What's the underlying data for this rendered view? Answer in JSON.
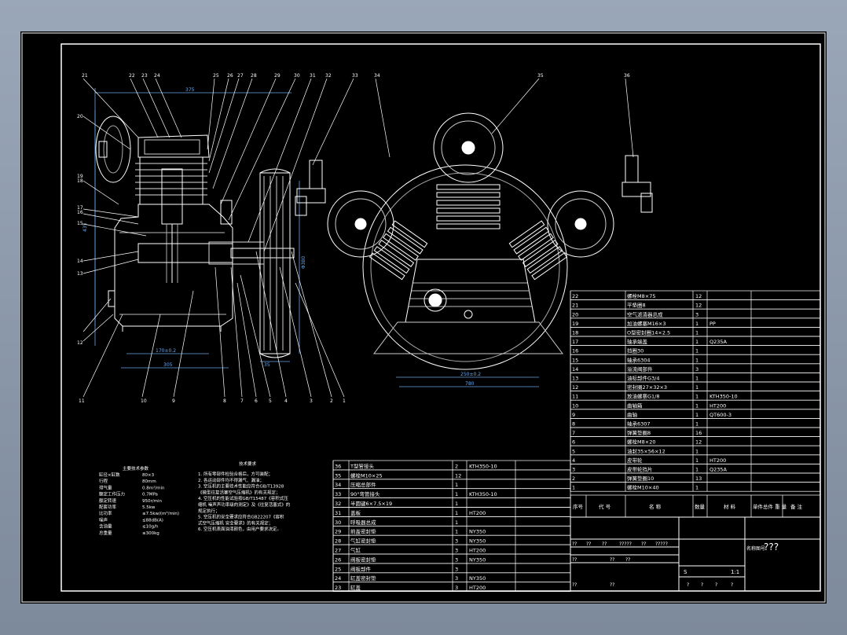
{
  "drawing": {
    "title_mark": "???",
    "scale": "1:1",
    "sheet_marks": [
      "??",
      "??",
      "??",
      "?????",
      "??",
      "?????"
    ],
    "lower_marks": [
      "??",
      "??",
      "??"
    ],
    "bottom_marks": [
      "??",
      "??",
      "?",
      "?",
      "?",
      "?"
    ],
    "title_side_label": "名称图号",
    "count_label": "S",
    "dims": {
      "top_width": "375",
      "left_height": "435",
      "bore": "170±0.2",
      "base": "305",
      "wheel_dia": "Φ380",
      "rim": "35",
      "front_base": "250±0.2",
      "front_width": "780"
    },
    "callouts_top": [
      "21",
      "22",
      "23",
      "24",
      "25",
      "26",
      "27",
      "28",
      "29",
      "30",
      "31",
      "32",
      "33",
      "34",
      "35",
      "36"
    ],
    "callouts_left": [
      "20",
      "19",
      "18",
      "17",
      "16",
      "15",
      "14",
      "13",
      "12"
    ],
    "callouts_bottom": [
      "11",
      "10",
      "9",
      "8",
      "7",
      "6",
      "5",
      "4",
      "3",
      "2",
      "1"
    ]
  },
  "specs": {
    "title": "主要技术参数",
    "rows": [
      [
        "缸径×缸数",
        "80×3"
      ],
      [
        "行程",
        "80mm"
      ],
      [
        "排气量",
        "0.8m³/min"
      ],
      [
        "额定工作压力",
        "0.7MPa"
      ],
      [
        "额定转速",
        "950r/min"
      ],
      [
        "配套功率",
        "5.5kw"
      ],
      [
        "比功率",
        "≤7.5kw/(m³/min)"
      ],
      [
        "噪声",
        "≤88dB(A)"
      ],
      [
        "含油量",
        "≤10g/h"
      ],
      [
        "总重量",
        "≤300kg"
      ]
    ]
  },
  "tech": {
    "title": "技术要求",
    "lines": [
      "1. 所有零部件检验合格后，方可装配；",
      "2. 各运动部件均不得漏气、漏油；",
      "3. 空压机的主要技术性能应符合GB/T13928",
      "   《微型往复活塞空气压缩机》的有关规定；",
      "4. 空压机的性能试验按GB/T15487《容积式压",
      "   缩机 噪声声功率级的测定》及《往复活塞式》的",
      "   规定执行；",
      "5. 空压机的安全要求应符合GB22207《容积",
      "   式空气压缩机 安全要求》的有关规定；",
      "6. 空压机表面油漆颜色，由用户要求决定。"
    ]
  },
  "bom_right": {
    "rows": [
      [
        "22",
        "螺栓M8×75",
        "12",
        ""
      ],
      [
        "21",
        "平垫圈8",
        "12",
        ""
      ],
      [
        "20",
        "空气滤清器总成",
        "3",
        ""
      ],
      [
        "19",
        "加油螺塞M16×3",
        "1",
        "PP"
      ],
      [
        "18",
        "O型密封圈14×2.5",
        "1",
        ""
      ],
      [
        "17",
        "轴承端盖",
        "1",
        "Q235A"
      ],
      [
        "16",
        "挡圈30",
        "1",
        ""
      ],
      [
        "15",
        "轴承6304",
        "1",
        ""
      ],
      [
        "14",
        "溢流阀部件",
        "3",
        ""
      ],
      [
        "13",
        "油标部件G3/4",
        "1",
        ""
      ],
      [
        "12",
        "密封圈27×32×3",
        "1",
        ""
      ],
      [
        "11",
        "放油螺塞G1/8",
        "1",
        "KTH350-10"
      ],
      [
        "10",
        "曲轴箱",
        "1",
        "HT200"
      ],
      [
        "9",
        "曲轴",
        "1",
        "QT600-3"
      ],
      [
        "8",
        "轴承6307",
        "1",
        ""
      ],
      [
        "7",
        "弹簧垫圈8",
        "16",
        ""
      ],
      [
        "6",
        "螺栓M8×20",
        "12",
        ""
      ],
      [
        "5",
        "油封35×56×12",
        "1",
        ""
      ],
      [
        "4",
        "皮带轮",
        "1",
        "HT200"
      ],
      [
        "3",
        "皮带轮挡片",
        "1",
        "Q235A"
      ],
      [
        "2",
        "弹簧垫圈10",
        "13",
        ""
      ],
      [
        "1",
        "螺栓M10×40",
        "1",
        ""
      ]
    ]
  },
  "bom_left": {
    "rows": [
      [
        "36",
        "T型管接头",
        "2",
        "KTH350-10"
      ],
      [
        "35",
        "螺栓M10×25",
        "12",
        ""
      ],
      [
        "34",
        "压缩总部件",
        "1",
        ""
      ],
      [
        "33",
        "90°弯管接头",
        "1",
        "KTH350-10"
      ],
      [
        "32",
        "半圆键6×7.5×19",
        "1",
        ""
      ],
      [
        "31",
        "盖板",
        "1",
        "HT200"
      ],
      [
        "30",
        "呼吸器总成",
        "1",
        ""
      ],
      [
        "29",
        "前盖密封垫",
        "1",
        "NY350"
      ],
      [
        "28",
        "气缸密封垫",
        "3",
        "NY350"
      ],
      [
        "27",
        "气缸",
        "3",
        "HT200"
      ],
      [
        "26",
        "阀板密封垫",
        "3",
        "NY350"
      ],
      [
        "25",
        "阀板部件",
        "3",
        ""
      ],
      [
        "24",
        "缸盖密封垫",
        "3",
        "NY350"
      ],
      [
        "23",
        "缸盖",
        "3",
        "HT200"
      ]
    ]
  },
  "bom_header": {
    "seq": "序号",
    "code": "代 号",
    "name": "名 称",
    "qty": "数量",
    "material": "材 料",
    "weight": "单件总件 重 量",
    "note": "备 注"
  },
  "colors": {
    "line": "#ffffff",
    "dim": "#6aa7e8",
    "part": "#e8e8e8"
  }
}
